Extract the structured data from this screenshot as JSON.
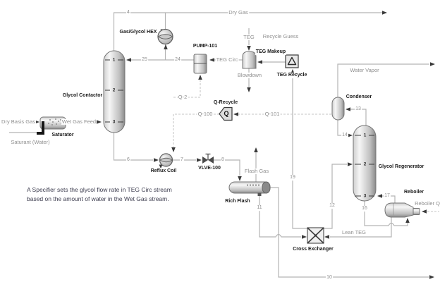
{
  "labels": {
    "dry_gas": "Dry Gas",
    "s4": "4",
    "s25": "25",
    "s24": "24",
    "teg_circ": "TEG Circ",
    "teg": "TEG",
    "recycle_guess": "Recycle Guess",
    "blowdown": "Blowdown",
    "q2": "Q-2",
    "q100": "Q-100",
    "q101": "Q-101",
    "q_glyph": "Q",
    "s6": "6",
    "s7": "7",
    "s8": "8",
    "s10": "10",
    "s11": "11",
    "s12": "12",
    "s13": "13",
    "s14": "14",
    "s16": "16",
    "s17": "17",
    "s19": "19",
    "flash_gas": "Flash Gas",
    "lean_teg": "Lean TEG",
    "water_vapor": "Water Vapor",
    "reboiler_q": "Reboiler Q",
    "dry_basis_gas": "Dry Basis Gas",
    "wet_gas_feed": "Wet Gas Feed",
    "saturant_water": "Saturant (Water)"
  },
  "equipment": {
    "gas_glycol_hex": "Gas/Glycol HEX",
    "pump": "PUMP-101",
    "teg_makeup": "TEG Makeup",
    "teg_recycle": "TEG Recycle",
    "q_recycle": "Q-Recycle",
    "glycol_contactor": "Glycol Contactor",
    "saturator": "Saturator",
    "reflux_coil": "Reflux Coil",
    "valve": "VLVE-100",
    "rich_flash": "Rich Flash",
    "condenser": "Condenser",
    "glycol_regenerator": "Glycol Regenerator",
    "reboiler": "Reboiler",
    "cross_exchanger": "Cross Exchanger"
  },
  "trays": {
    "t1": "1",
    "t2": "2",
    "t3": "3"
  },
  "note": {
    "line1": "A Specifier sets the glycol flow rate in TEG Circ stream",
    "line2": "based on the amount of water in the Wet Gas stream."
  },
  "colors": {
    "stream_line": "#b4b4b4",
    "energy_line": "#c6c6c6",
    "stream_label": "#8f8f8f",
    "equipment_label": "#1b1b1b",
    "arrow": "#3a3a3a",
    "annotation": "#3c3c4e",
    "tray_label": "#2a2a2a"
  }
}
